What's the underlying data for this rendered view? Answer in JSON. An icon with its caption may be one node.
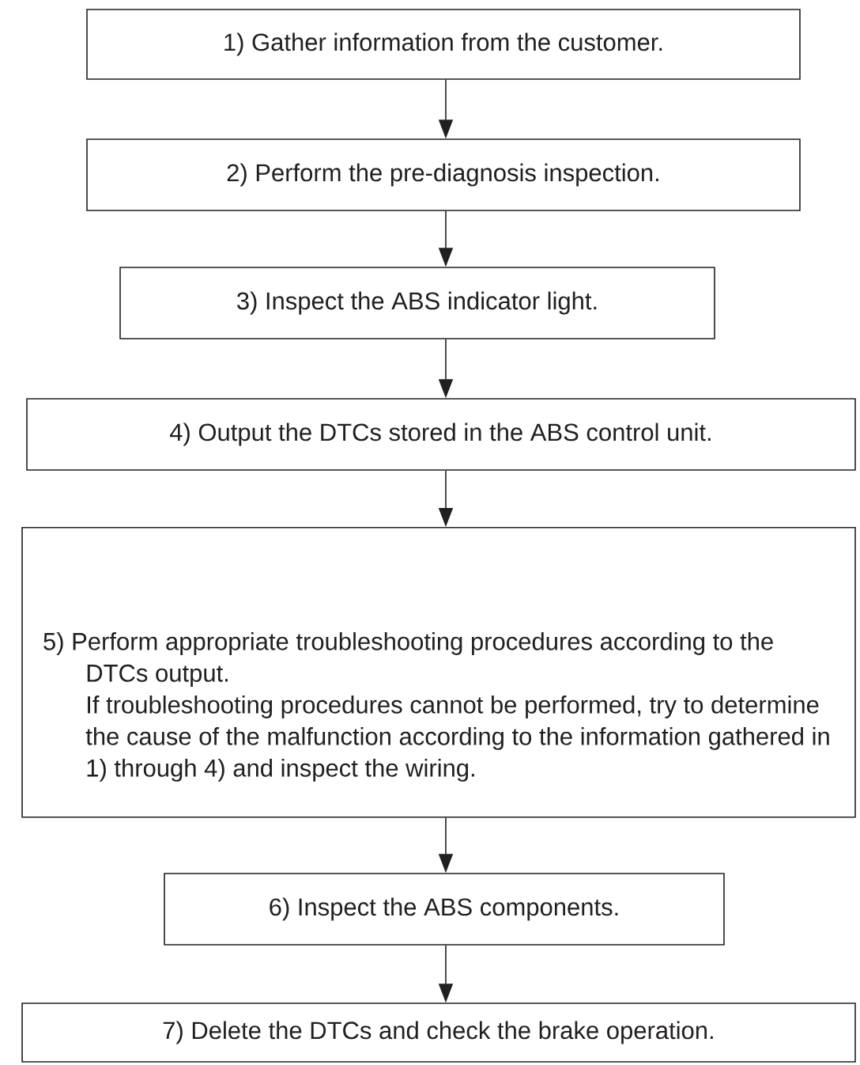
{
  "diagram": {
    "nodes": [
      {
        "text": [
          "1) Gather information from the customer."
        ]
      },
      {
        "text": [
          "2) Perform the pre-diagnosis inspection."
        ]
      },
      {
        "text": [
          "3) Inspect the ABS indicator light."
        ]
      },
      {
        "text": [
          "4) Output the DTCs stored in the ABS control unit."
        ]
      },
      {
        "text": [
          "5) Perform appropriate troubleshooting procedures according to the DTCs output.",
          "If troubleshooting procedures cannot be performed, try to determine the cause of the malfunction according to the information gathered in 1) through 4) and inspect the wiring."
        ]
      },
      {
        "text": [
          "6) Inspect the ABS components."
        ]
      },
      {
        "text": [
          "7) Delete the DTCs and check the brake operation."
        ]
      }
    ],
    "edges": [
      {
        "from": 0,
        "to": 1,
        "arrow": "to"
      },
      {
        "from": 1,
        "to": 2,
        "arrow": "to"
      },
      {
        "from": 2,
        "to": 3,
        "arrow": "to"
      },
      {
        "from": 3,
        "to": 4,
        "arrow": "to"
      },
      {
        "from": 4,
        "to": 5,
        "arrow": "to"
      },
      {
        "from": 5,
        "to": 6,
        "arrow": "to"
      }
    ]
  }
}
